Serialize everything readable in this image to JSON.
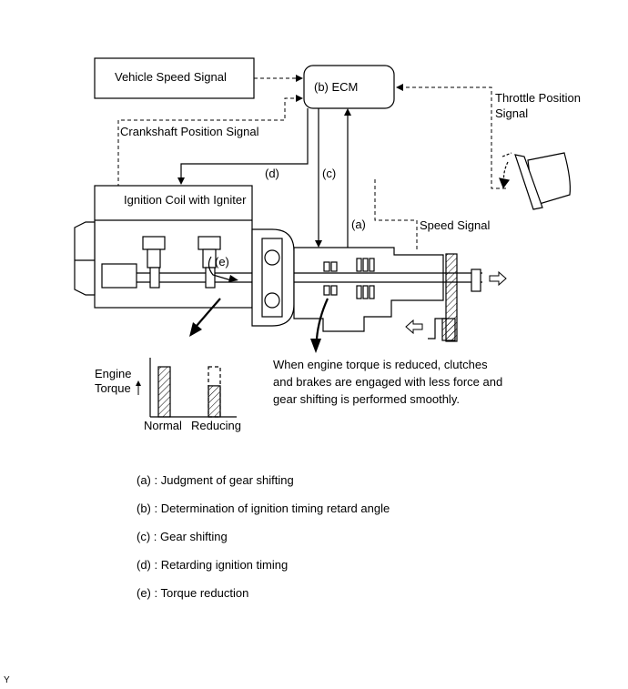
{
  "labels": {
    "vehicle_speed_signal": "Vehicle Speed Signal",
    "ecm": "(b)  ECM",
    "throttle_position_line1": "Throttle Position",
    "throttle_position_line2": "Signal",
    "crankshaft_position_signal": "Crankshaft Position Signal",
    "d_marker": "(d)",
    "c_marker": "(c)",
    "a_marker": "(a)",
    "e_marker": "(e)",
    "ignition_coil": "Ignition Coil with Igniter",
    "speed_signal": "Speed Signal"
  },
  "torque_graph": {
    "ylabel_line1": "Engine",
    "ylabel_line2": "Torque",
    "categories": [
      "Normal",
      "Reducing"
    ],
    "normal_level": 1.0,
    "reducing_level": 0.62
  },
  "note": {
    "line1": "When engine torque is reduced, clutches",
    "line2": "and brakes are engaged with less force and",
    "line3": "gear shifting is performed smoothly."
  },
  "legend": [
    "(a) : Judgment of gear shifting",
    "(b) : Determination of ignition timing retard angle",
    "(c) : Gear shifting",
    "(d) : Retarding ignition timing",
    "(e) : Torque reduction"
  ],
  "corner_mark": "Y"
}
